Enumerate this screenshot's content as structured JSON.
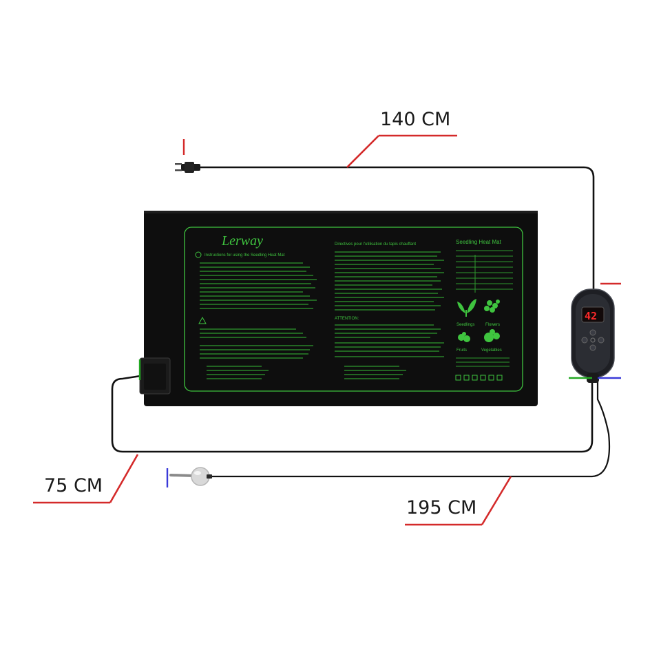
{
  "dimensions": {
    "top_cable": "140 CM",
    "left_cable": "75 CM",
    "probe_cable": "195 CM"
  },
  "mat": {
    "brand": "Lerway",
    "title": "Seedling Heat Mat",
    "instructions_heading": "Instructions for using the Seedling Heat Mat",
    "french_heading": "Directives pour l'utilisation du tapis chauffant",
    "attention_label": "ATTENTION:",
    "categories": [
      "Seedlings",
      "Flowers",
      "Fruits",
      "Vegetables"
    ]
  },
  "controller": {
    "display_value": "42"
  },
  "colors": {
    "dimension_line": "#d42a2a",
    "mat_print": "#3fc43f",
    "mat_body": "#0e0e0e",
    "cable": "#111111",
    "marker_blue": "#3a3ad8",
    "marker_green": "#22a822"
  }
}
